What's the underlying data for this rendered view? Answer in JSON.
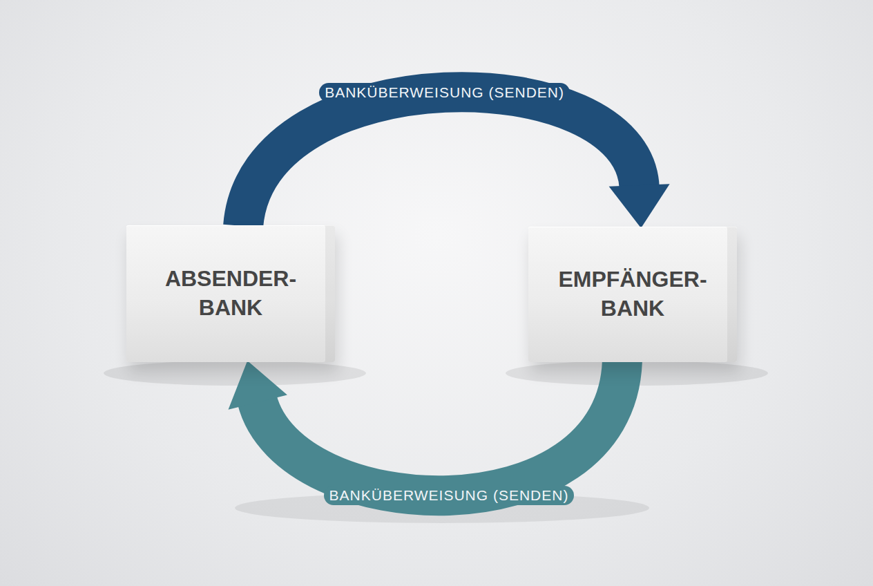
{
  "diagram": {
    "nodes": [
      {
        "text": [
          "ABSENDER- BANK"
        ]
      },
      {
        "text": [
          "EMPFÄNGER- BANK"
        ]
      }
    ],
    "edges": [
      {
        "from": 0,
        "to": 1,
        "label": "BANKÜBERWEISUNG (SENDEN)",
        "arrow": "to"
      },
      {
        "from": 1,
        "to": 0,
        "label": "BANKÜBERWEISUNG (SENDEN)",
        "arrow": "to"
      }
    ]
  }
}
